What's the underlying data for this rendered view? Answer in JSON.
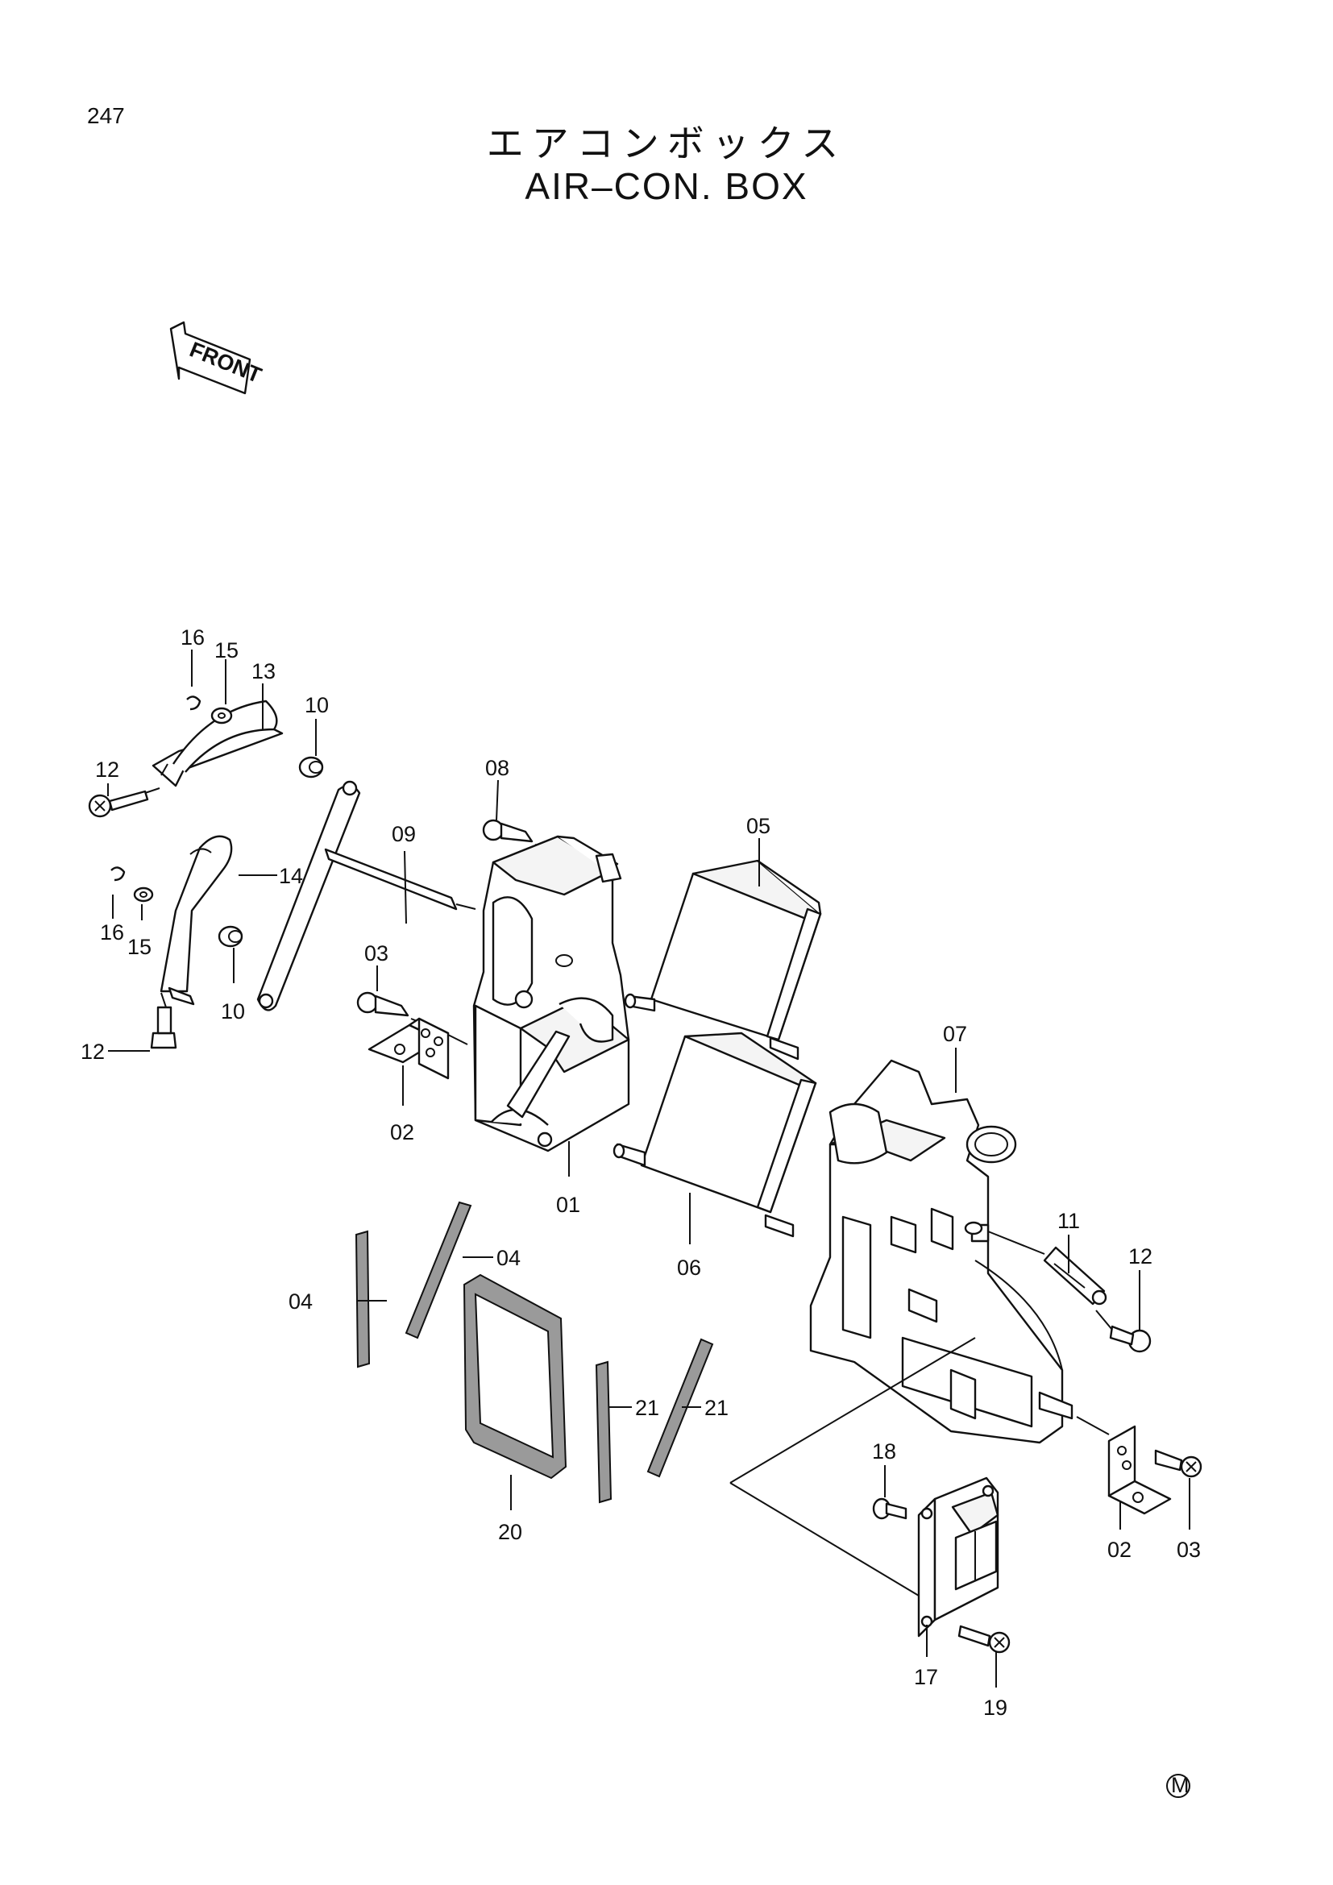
{
  "page": {
    "number": "247"
  },
  "title": {
    "japanese": "エアコンボックス",
    "english": "AIR–CON.  BOX"
  },
  "orientation": {
    "label": "FRONT"
  },
  "mark": "M",
  "callouts": [
    {
      "id": "c16a",
      "text": "16"
    },
    {
      "id": "c15a",
      "text": "15"
    },
    {
      "id": "c13",
      "text": "13"
    },
    {
      "id": "c10a",
      "text": "10"
    },
    {
      "id": "c12a",
      "text": "12"
    },
    {
      "id": "c08",
      "text": "08"
    },
    {
      "id": "c09",
      "text": "09"
    },
    {
      "id": "c05",
      "text": "05"
    },
    {
      "id": "c14",
      "text": "14"
    },
    {
      "id": "c16b",
      "text": "16"
    },
    {
      "id": "c15b",
      "text": "15"
    },
    {
      "id": "c10b",
      "text": "10"
    },
    {
      "id": "c03a",
      "text": "03"
    },
    {
      "id": "c12b",
      "text": "12"
    },
    {
      "id": "c07",
      "text": "07"
    },
    {
      "id": "c02a",
      "text": "02"
    },
    {
      "id": "c01",
      "text": "01"
    },
    {
      "id": "c11",
      "text": "11"
    },
    {
      "id": "c12c",
      "text": "12"
    },
    {
      "id": "c06",
      "text": "06"
    },
    {
      "id": "c04a",
      "text": "04"
    },
    {
      "id": "c04b",
      "text": "04"
    },
    {
      "id": "c21a",
      "text": "21"
    },
    {
      "id": "c21b",
      "text": "21"
    },
    {
      "id": "c18",
      "text": "18"
    },
    {
      "id": "c20",
      "text": "20"
    },
    {
      "id": "c02b",
      "text": "02"
    },
    {
      "id": "c03b",
      "text": "03"
    },
    {
      "id": "c17",
      "text": "17"
    },
    {
      "id": "c19",
      "text": "19"
    }
  ]
}
